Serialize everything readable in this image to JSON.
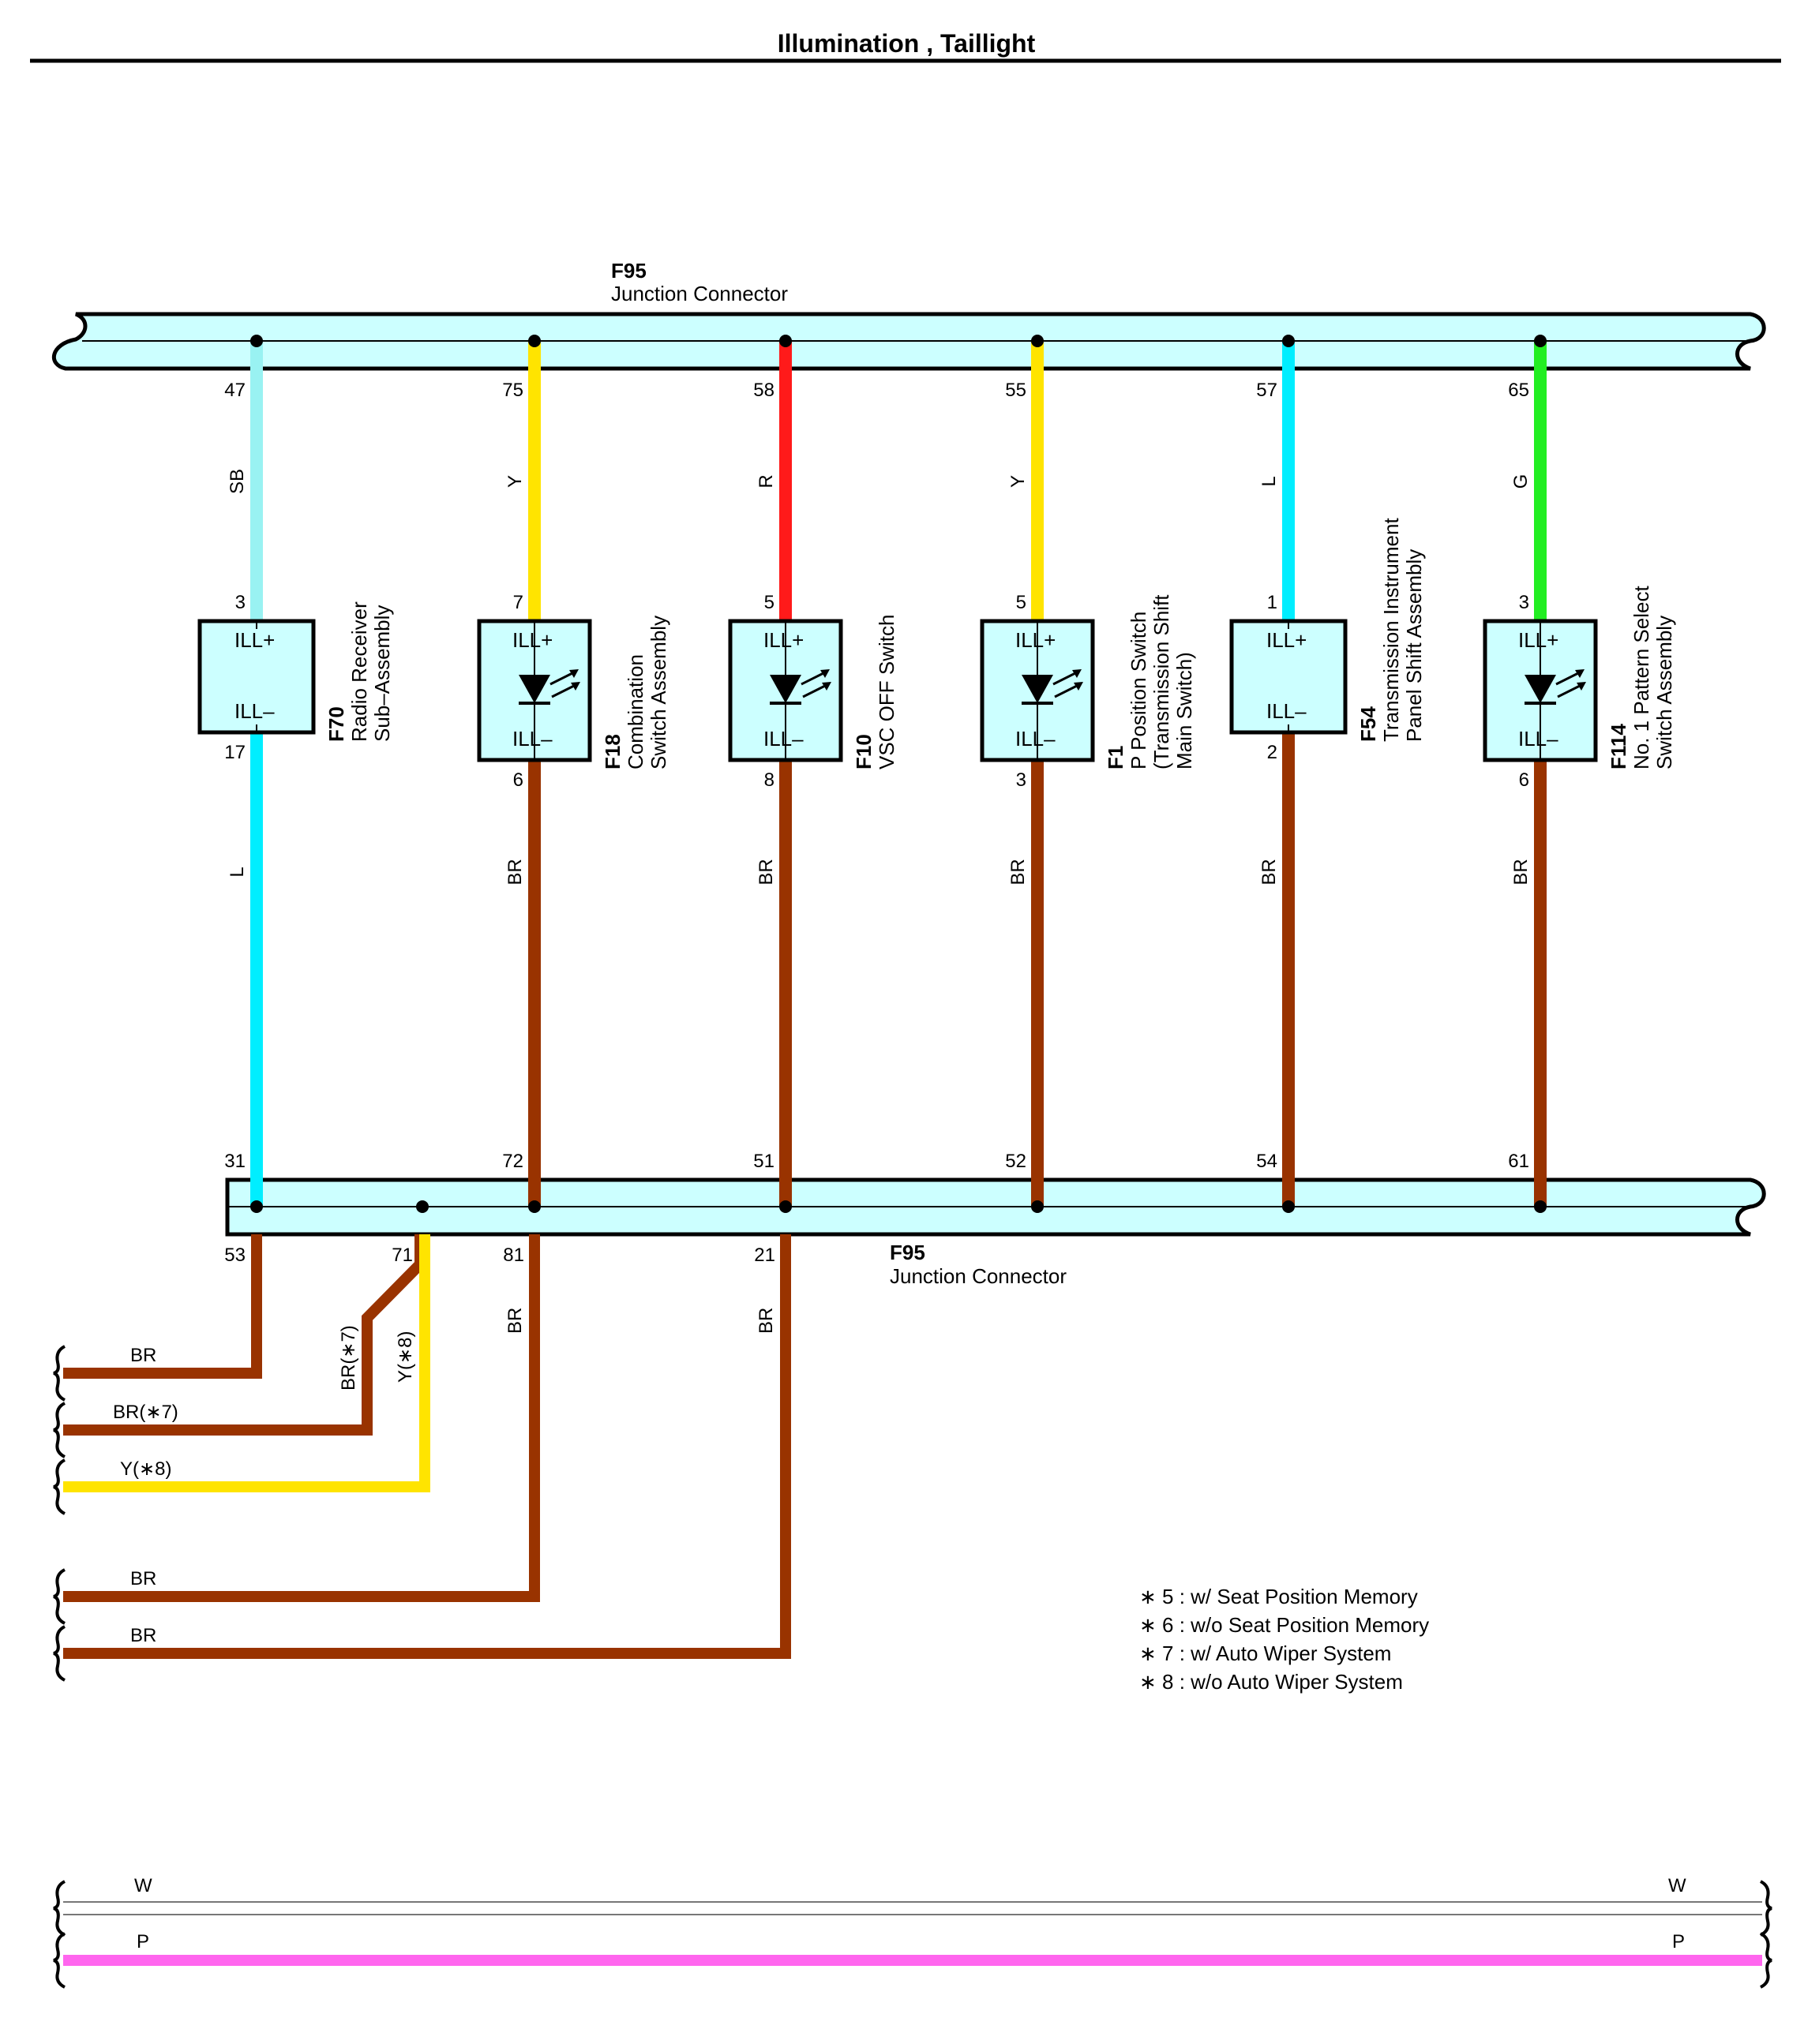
{
  "title": "Illumination , Taillight",
  "colors": {
    "SB": "#99f2f2",
    "L": "#00eeff",
    "Y": "#ffe400",
    "R": "#ff1a1a",
    "G": "#22ee22",
    "BR": "#993300",
    "W": "#ffffff",
    "P": "#ff66ee",
    "connector_fill": "#ccffff"
  },
  "top_connector": {
    "code": "F95",
    "name": "Junction Connector"
  },
  "bottom_connector": {
    "code": "F95",
    "name": "Junction Connector"
  },
  "columns": [
    {
      "id": "f70",
      "top_pin": "47",
      "top_wire": "SB",
      "in_pin": "3",
      "out_pin": "17",
      "bottom_wire": "L",
      "bottom_pin": "31",
      "has_led": false,
      "plus": "ILL+",
      "minus": "ILL–",
      "code": "F70",
      "name_lines": [
        "Radio Receiver",
        "Sub–Assembly"
      ]
    },
    {
      "id": "f18",
      "top_pin": "75",
      "top_wire": "Y",
      "in_pin": "7",
      "out_pin": "6",
      "bottom_wire": "BR",
      "bottom_pin": "72",
      "has_led": true,
      "plus": "ILL+",
      "minus": "ILL–",
      "code": "F18",
      "name_lines": [
        "Combination",
        "Switch Assembly"
      ]
    },
    {
      "id": "f10",
      "top_pin": "58",
      "top_wire": "R",
      "in_pin": "5",
      "out_pin": "8",
      "bottom_wire": "BR",
      "bottom_pin": "51",
      "has_led": true,
      "plus": "ILL+",
      "minus": "ILL–",
      "code": "F10",
      "name_lines": [
        "VSC OFF Switch"
      ]
    },
    {
      "id": "f1",
      "top_pin": "55",
      "top_wire": "Y",
      "in_pin": "5",
      "out_pin": "3",
      "bottom_wire": "BR",
      "bottom_pin": "52",
      "has_led": true,
      "plus": "ILL+",
      "minus": "ILL–",
      "code": "F1",
      "name_lines": [
        "P Position Switch",
        "(Transmission Shift",
        "Main Switch)"
      ]
    },
    {
      "id": "f54",
      "top_pin": "57",
      "top_wire": "L",
      "in_pin": "1",
      "out_pin": "2",
      "bottom_wire": "BR",
      "bottom_pin": "54",
      "has_led": false,
      "plus": "ILL+",
      "minus": "ILL–",
      "code": "F54",
      "name_lines": [
        "Transmission Instrument",
        "Panel Shift Assembly"
      ]
    },
    {
      "id": "f114",
      "top_pin": "65",
      "top_wire": "G",
      "in_pin": "3",
      "out_pin": "6",
      "bottom_wire": "BR",
      "bottom_pin": "61",
      "has_led": true,
      "plus": "ILL+",
      "minus": "ILL–",
      "code": "F114",
      "name_lines": [
        "No. 1 Pattern Select",
        "Switch Assembly"
      ]
    }
  ],
  "outputs": {
    "pin53": "53",
    "pin71": "71",
    "pin81": "81",
    "pin21": "21",
    "branch_br7": "BR(∗7)",
    "branch_y8": "Y(∗8)",
    "vert81": "BR",
    "vert21": "BR",
    "left_labels": [
      "BR",
      "BR(∗7)",
      "Y(∗8)",
      "BR",
      "BR"
    ]
  },
  "notes": [
    "∗ 5 : w/ Seat Position Memory",
    "∗ 6 : w/o Seat Position Memory",
    "∗ 7 : w/ Auto Wiper System",
    "∗ 8 : w/o Auto Wiper System"
  ],
  "pass_through": [
    {
      "left": "W",
      "right": "W"
    },
    {
      "left": "P",
      "right": "P"
    }
  ]
}
